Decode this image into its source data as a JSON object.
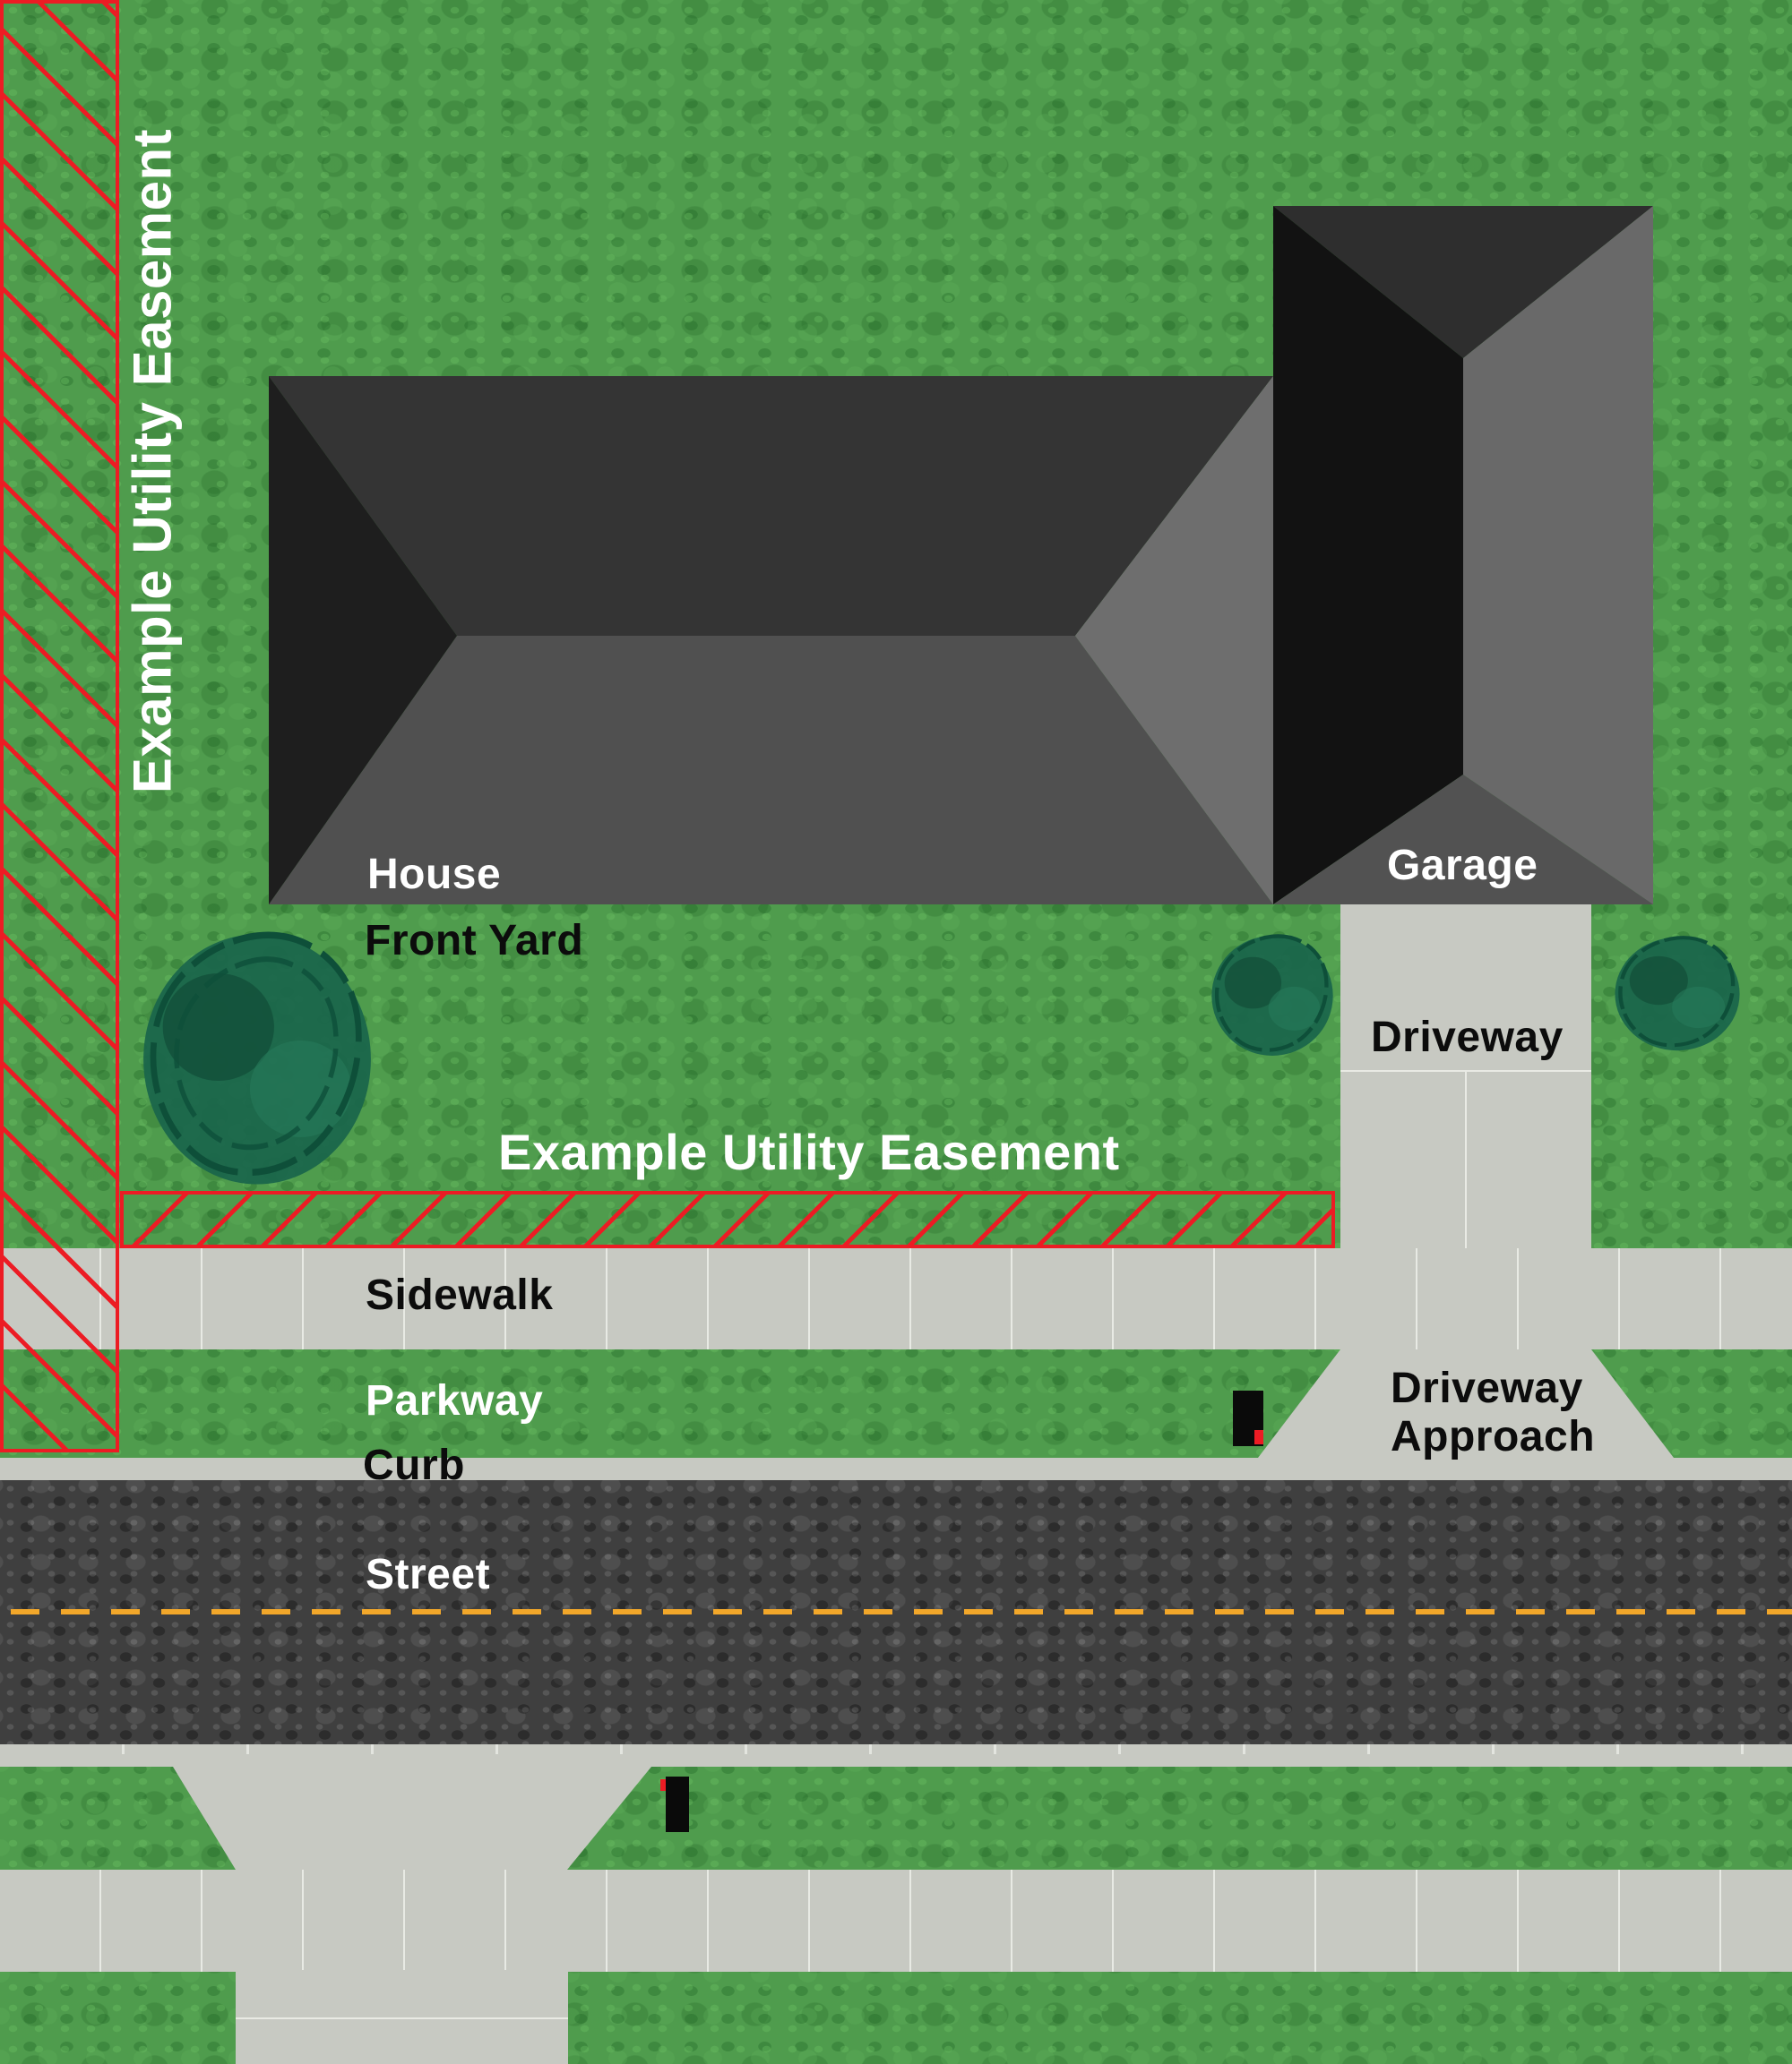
{
  "easement": {
    "vertical_label": "Example Utility Easement",
    "horizontal_label": "Example Utility Easement"
  },
  "property": {
    "house_label": "House",
    "front_yard_label": "Front Yard",
    "garage_label": "Garage",
    "driveway_label": "Driveway"
  },
  "right_of_way": {
    "sidewalk_label": "Sidewalk",
    "parkway_label": "Parkway",
    "curb_label": "Curb",
    "street_label": "Street",
    "driveway_approach_line1": "Driveway",
    "driveway_approach_line2": "Approach"
  },
  "colors": {
    "grass": "#4f9c4d",
    "concrete": "#c7c9c2",
    "asphalt": "#3f3f3f",
    "easement_red": "#ec1c24",
    "center_line_yellow": "#f2a72a",
    "house_roof_left": "#1e1e1e",
    "house_roof_top": "#343434",
    "house_roof_bottom": "#505050",
    "house_roof_right": "#6e6e6e",
    "garage_roof_left": "#121212",
    "garage_roof_top": "#2e2e2e",
    "garage_roof_bottom": "#525252",
    "garage_roof_right": "#696969",
    "tree_green": "#1a654b",
    "tree_dark": "#124d38",
    "tree_light": "#27795a",
    "tree_stroke": "#0e4f39",
    "marker_black": "#0a0a0a"
  }
}
